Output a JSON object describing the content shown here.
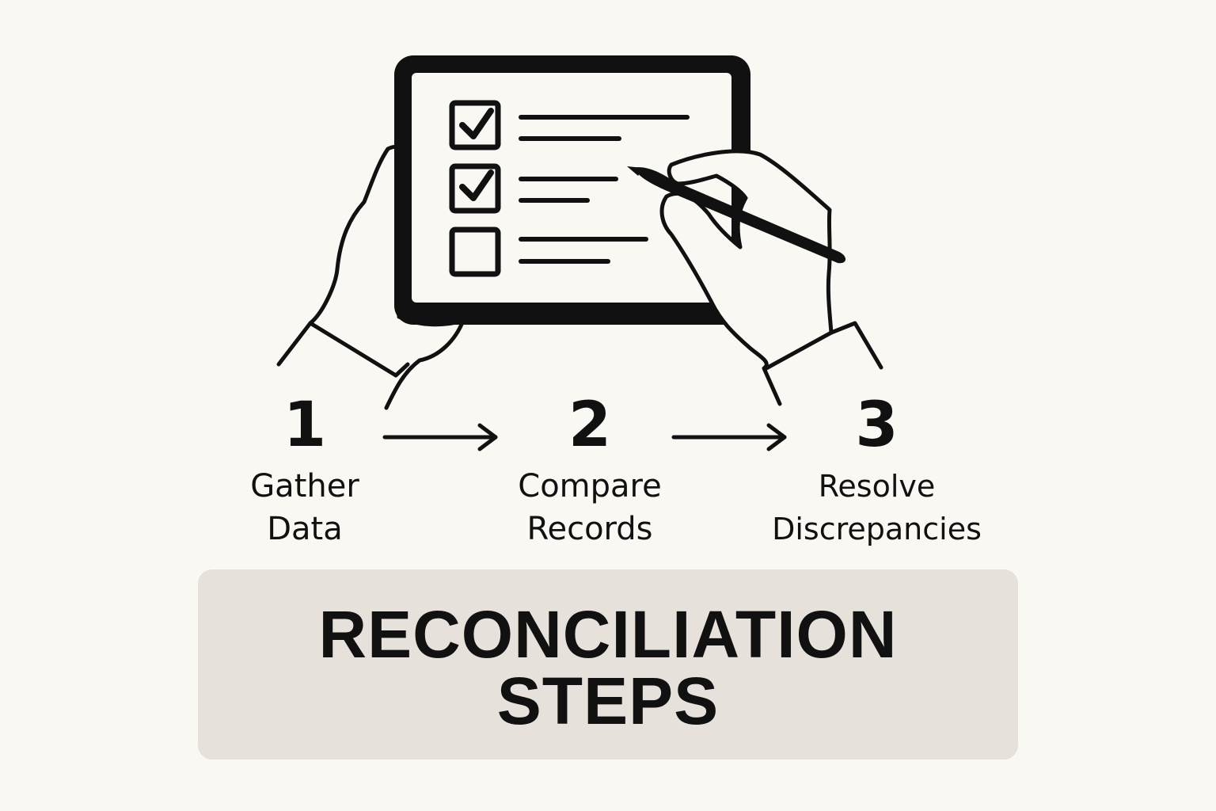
{
  "steps": [
    {
      "number": "1",
      "label_line1": "Gather",
      "label_line2": "Data"
    },
    {
      "number": "2",
      "label_line1": "Compare",
      "label_line2": "Records"
    },
    {
      "number": "3",
      "label_line1": "Resolve",
      "label_line2": "Discrepancies"
    }
  ],
  "title": {
    "line1": "RECONCILIATION",
    "line2": "STEPS"
  },
  "checklist": {
    "items": [
      {
        "checked": true
      },
      {
        "checked": true
      },
      {
        "checked": false
      }
    ]
  },
  "icons": [
    "tablet-icon",
    "checkbox-icon",
    "pen-icon",
    "hand-icon",
    "arrow-right-icon"
  ],
  "colors": {
    "background": "#faf8f3",
    "ink": "#111111",
    "title_box": "#e6e1da"
  }
}
